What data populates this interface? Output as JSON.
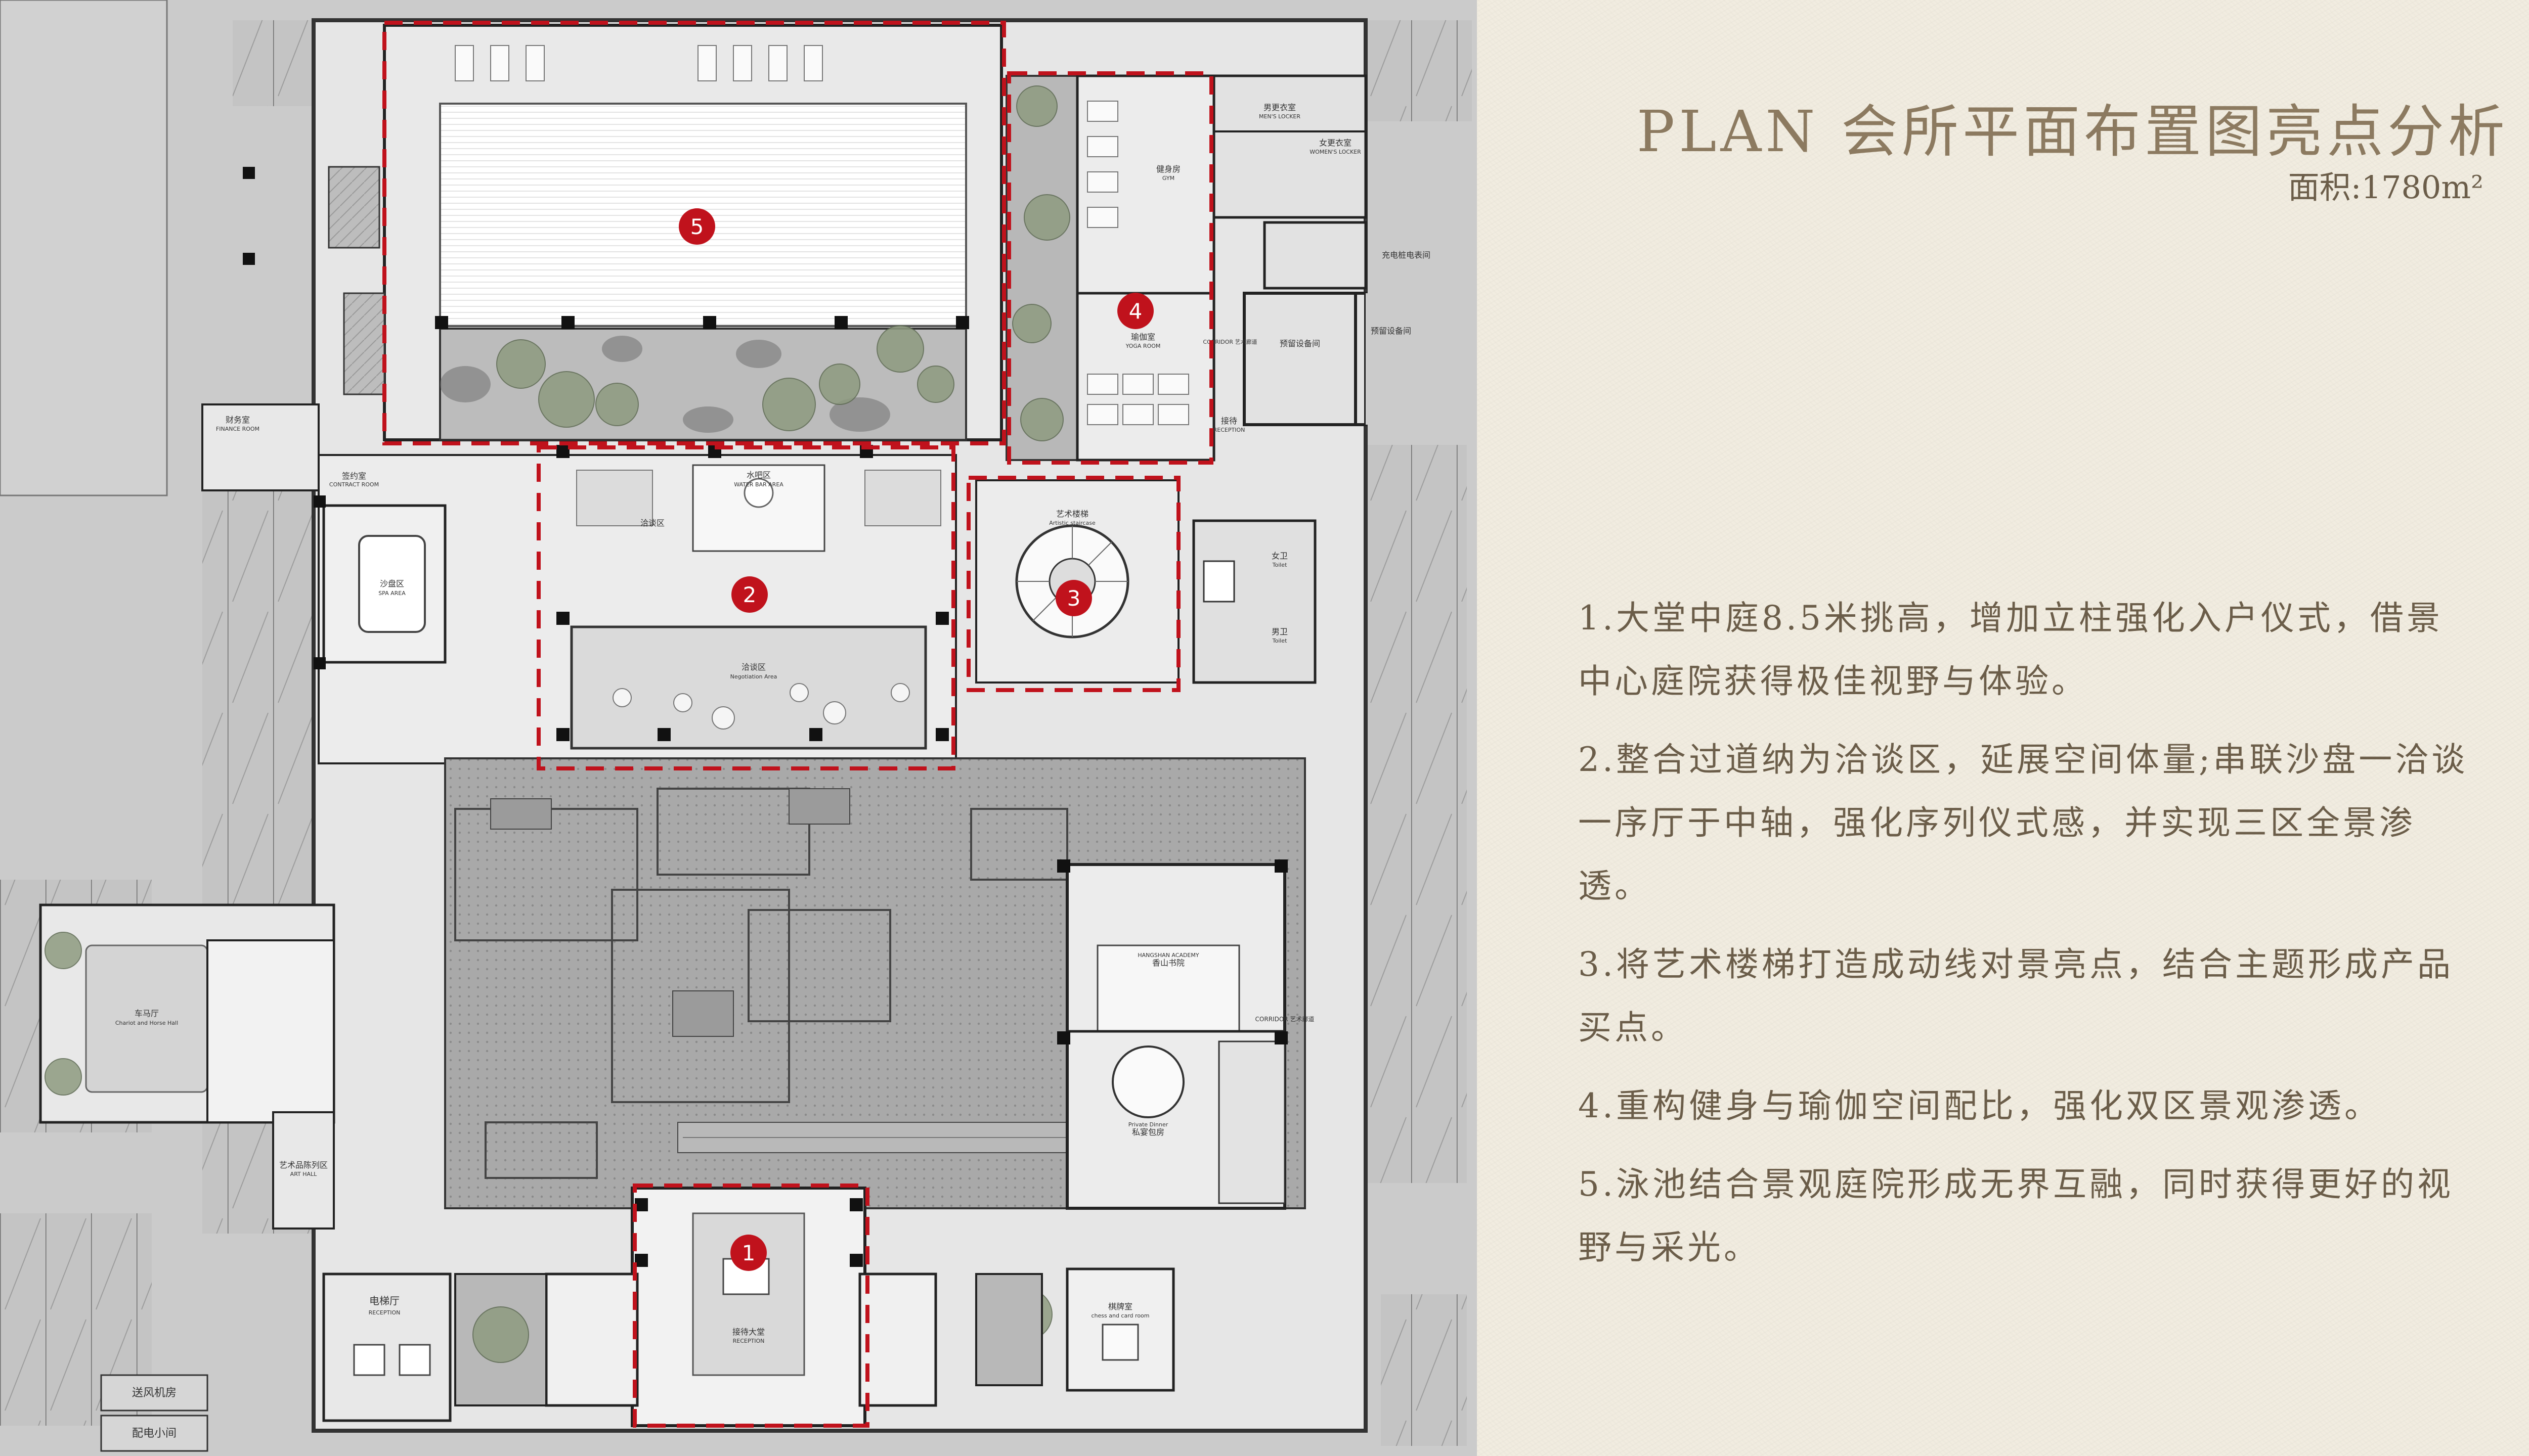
{
  "panel": {
    "title": "PLAN 会所平面布置图亮点分析",
    "area": "面积:1780m²",
    "notes": [
      "1.大堂中庭8.5米挑高，增加立柱强化入户仪式，借景中心庭院获得极佳视野与体验。",
      "2.整合过道纳为洽谈区，延展空间体量;串联沙盘一洽谈一序厅于中轴，强化序列仪式感，并实现三区全景渗透。",
      "3.将艺术楼梯打造成动线对景亮点，结合主题形成产品买点。",
      "4.重构健身与瑜伽空间配比，强化双区景观渗透。",
      "5.泳池结合景观庭院形成无界互融，同时获得更好的视野与采光。"
    ]
  },
  "plan": {
    "accent": "#c0121c",
    "markers": [
      "1",
      "2",
      "3",
      "4",
      "5"
    ],
    "rooms": {
      "reception": "接待大堂",
      "reception_en": "RECEPTION",
      "negotiation": "洽谈区",
      "negotiation_en": "Negotiation Area",
      "water_bar": "水吧区",
      "water_bar_en": "WATER BAR AREA",
      "sand_table": "沙盘区",
      "sand_table_en": "SPA AREA",
      "art_stair": "艺术楼梯",
      "art_stair_en": "Artistic staircase",
      "gym": "健身房",
      "gym_en": "GYM",
      "yoga": "瑜伽室",
      "yoga_en": "YOGA ROOM",
      "male_locker": "男更衣室",
      "male_locker_en": "MEN'S LOCKER",
      "female_locker": "女更衣室",
      "female_locker_en": "WOMEN'S LOCKER",
      "charging_room": "充电桩电表间",
      "reserved_1": "预留设备间",
      "reserved_2": "预留设备间",
      "corridor_1": "CORRIDOR 艺术廊道",
      "corridor_2": "CORRIDOR 艺术廊道",
      "reception_desk": "接待",
      "reception_desk_en": "RECEPTION",
      "finance": "财务室",
      "finance_en": "FINANCE ROOM",
      "contract": "签约室",
      "contract_en": "CONTRACT ROOM",
      "chariot": "车马厅",
      "chariot_en": "Chariot and Horse Hall",
      "art_hall": "艺术品陈列区",
      "art_hall_en": "ART HALL",
      "elevator_hall": "电梯厅",
      "elevator_hall_en": "RECEPTION",
      "fan_room": "送风机房",
      "power_room": "配电小间",
      "academy": "香山书院",
      "academy_en": "HANGSHAN ACADEMY",
      "private_dining": "私宴包房",
      "private_dining_en": "Private Dinner",
      "chess": "棋牌室",
      "chess_en": "chess and card room",
      "toilet_f": "女卫",
      "toilet_m": "男卫",
      "toilet_en": "Toilet"
    }
  }
}
